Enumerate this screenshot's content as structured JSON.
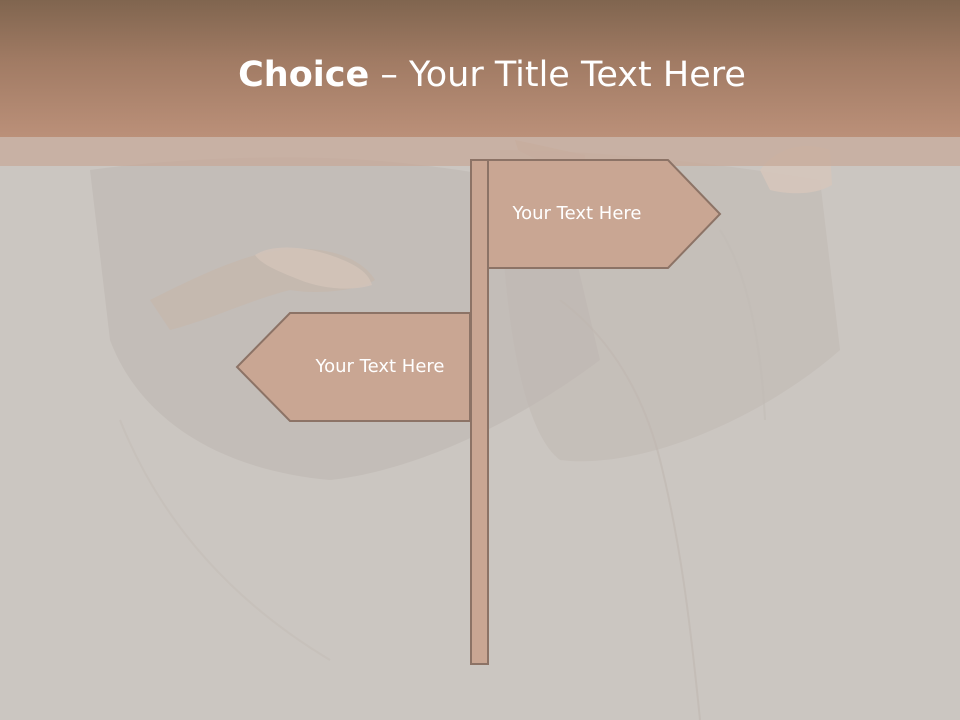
{
  "title": {
    "bold": "Choice",
    "rest": " – Your Title Text Here"
  },
  "signs": {
    "right": "Your Text Here",
    "left": "Your Text Here"
  },
  "colors": {
    "title_band_top": "#80654f",
    "title_band_bottom": "#bb9079",
    "sign_fill": "#c9a693",
    "sign_stroke": "#8c7366",
    "background": "#cbc6c1"
  }
}
